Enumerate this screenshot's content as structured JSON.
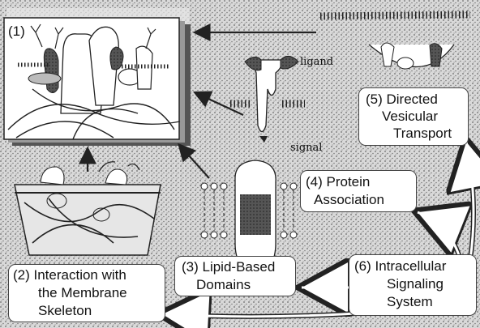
{
  "panel1": {
    "label": "(1)"
  },
  "molecule_labels": {
    "ligand": "ligand",
    "signal": "signal"
  },
  "mechanisms": [
    {
      "id": "5",
      "lines": [
        "(5) Directed",
        "Vesicular",
        "Transport"
      ]
    },
    {
      "id": "4",
      "lines": [
        "(4) Protein",
        "Association"
      ]
    },
    {
      "id": "3",
      "lines": [
        "(3) Lipid-Based",
        "Domains"
      ]
    },
    {
      "id": "6",
      "lines": [
        "(6) Intracellular",
        "Signaling",
        "System"
      ]
    },
    {
      "id": "2",
      "lines": [
        "(2) Interaction with",
        "the Membrane",
        "Skeleton"
      ]
    }
  ],
  "colors": {
    "ink": "#111111",
    "stipple": "#9a9a9a",
    "paper": "#ffffff",
    "dark": "#333333"
  }
}
